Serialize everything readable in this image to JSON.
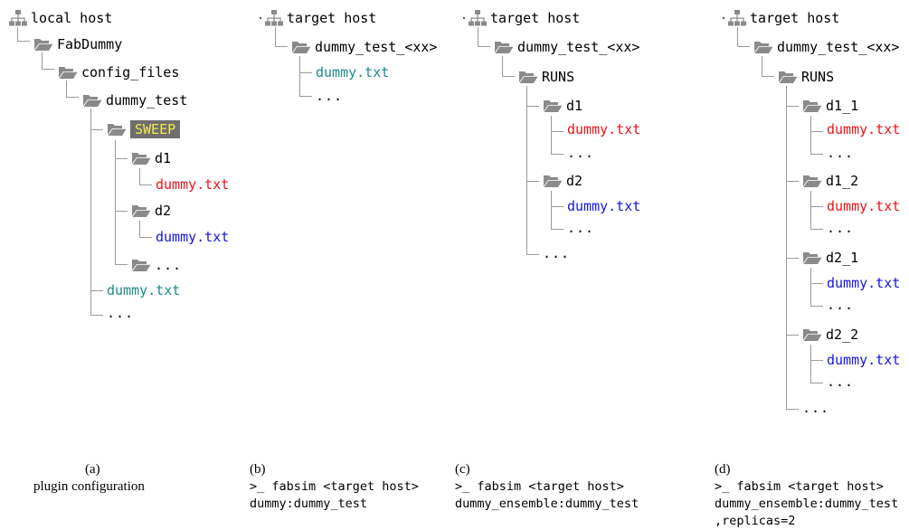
{
  "panels": {
    "a": {
      "caption_letter": "(a)",
      "caption_text": "plugin configuration",
      "root": "local host",
      "fabdummy": "FabDummy",
      "config_files": "config_files",
      "dummy_test": "dummy_test",
      "sweep": "SWEEP",
      "d1": "d1",
      "d1_file": "dummy.txt",
      "d2": "d2",
      "d2_file": "dummy.txt",
      "sweep_more": "...",
      "file": "dummy.txt",
      "more": "..."
    },
    "b": {
      "caption_letter": "(b)",
      "command_line1": ">_ fabsim <target host>",
      "command_line2": "dummy:dummy_test",
      "root": "target host",
      "folder": "dummy_test_<xx>",
      "file": "dummy.txt",
      "more": "..."
    },
    "c": {
      "caption_letter": "(c)",
      "command_line1": ">_ fabsim <target host>",
      "command_line2": "dummy_ensemble:dummy_test",
      "root": "target host",
      "folder": "dummy_test_<xx>",
      "runs": "RUNS",
      "d1": "d1",
      "d1_file": "dummy.txt",
      "d1_more": "...",
      "d2": "d2",
      "d2_file": "dummy.txt",
      "d2_more": "...",
      "more": "..."
    },
    "d": {
      "caption_letter": "(d)",
      "command_line1": ">_ fabsim <target host>",
      "command_line2": "dummy_ensemble:dummy_test",
      "command_line3": ",replicas=2",
      "root": "target host",
      "folder": "dummy_test_<xx>",
      "runs": "RUNS",
      "d1_1": "d1_1",
      "d1_1_file": "dummy.txt",
      "d1_1_more": "...",
      "d1_2": "d1_2",
      "d1_2_file": "dummy.txt",
      "d1_2_more": "...",
      "d2_1": "d2_1",
      "d2_1_file": "dummy.txt",
      "d2_1_more": "...",
      "d2_2": "d2_2",
      "d2_2_file": "dummy.txt",
      "d2_2_more": "...",
      "more": "..."
    }
  },
  "colors": {
    "red": "#e8141b",
    "blue": "#1515e0",
    "teal": "#1f8a8a",
    "sweep_bg": "#6f6f6f",
    "sweep_fg": "#f2e94e",
    "icon": "#8a8a8a"
  },
  "icons": {
    "host": "network-icon",
    "folder": "open-folder-icon"
  }
}
